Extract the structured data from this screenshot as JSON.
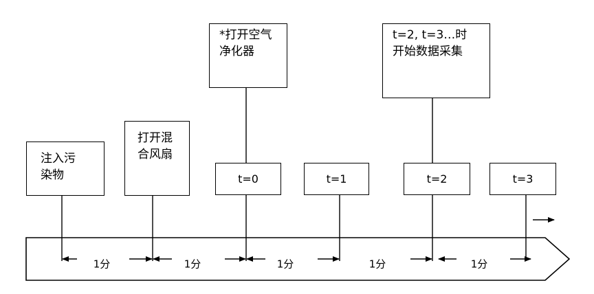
{
  "events": [
    {
      "id": "inject",
      "label": "注入污\n染物"
    },
    {
      "id": "fan",
      "label": "打开混\n合风扇"
    },
    {
      "id": "purifier",
      "label": "*打开空气\n净化器"
    },
    {
      "id": "sampling",
      "label": "t=2, t=3…时\n开始数据采集"
    }
  ],
  "time_points": [
    "t=0",
    "t=1",
    "t=2",
    "t=3"
  ],
  "interval_label": "1分",
  "intervals": [
    "1分",
    "1分",
    "1分",
    "1分",
    "1分"
  ]
}
